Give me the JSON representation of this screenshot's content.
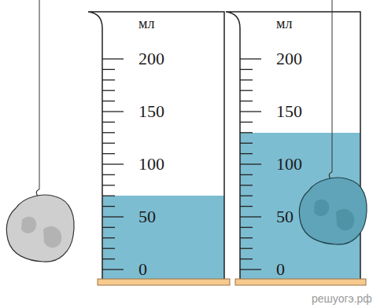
{
  "diagram": {
    "labels": [
      "мл",
      "200",
      "150",
      "100",
      "50",
      "0",
      "мл",
      "200",
      "150",
      "100",
      "50",
      "0",
      "решуогэ.рф"
    ]
  }
}
